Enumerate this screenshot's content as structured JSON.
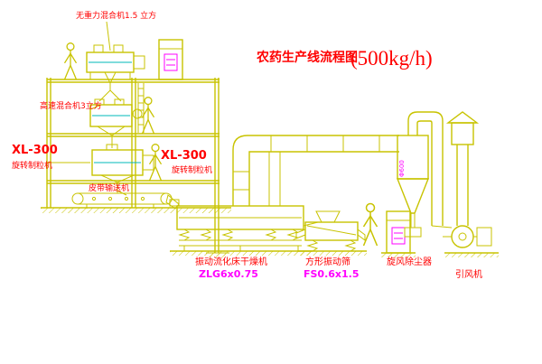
{
  "title": {
    "name": "农药生产线流程图",
    "capacity": "(500kg/h)"
  },
  "equipment_labels": {
    "top_mixer": "无重力混合机1.5 立方",
    "high_speed_mixer": "高速混合机3立方",
    "granulator_left_model": "XL-300",
    "granulator_left_name": "旋转制粒机",
    "granulator_center_model": "XL-300",
    "granulator_center_name": "旋转制粒机",
    "belt_conveyor": "皮带输送机",
    "fluid_bed_dryer": "振动流化床干燥机",
    "fluid_bed_dryer_model": "ZLG6x0.75",
    "square_sieve": "方形振动筛",
    "square_sieve_model": "FS0.6x1.5",
    "cyclone": "旋风除尘器",
    "draft_fan": "引风机",
    "cyclone_size_tag": "Φ600"
  },
  "colors": {
    "drawing_line": "#c8c300",
    "label_red": "#ff0000",
    "model_magenta": "#ff00ff",
    "detail_cyan": "#00b8b8",
    "background": "#ffffff"
  }
}
